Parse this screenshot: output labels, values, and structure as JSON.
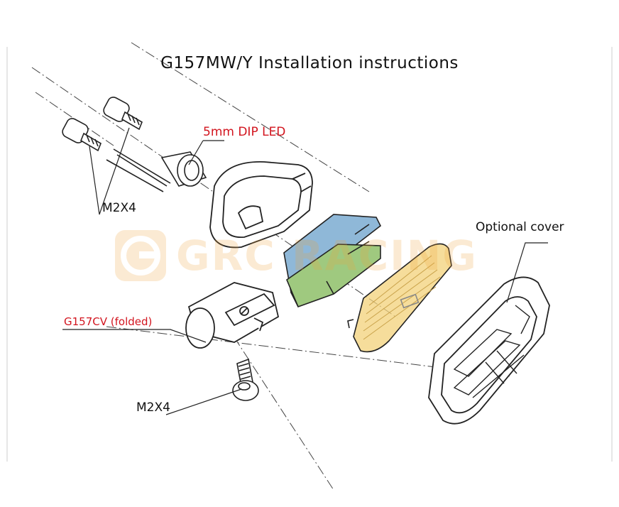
{
  "title": "G157MW/Y Installation instructions",
  "labels": {
    "led": "5mm DIP LED",
    "screws_top": "M2X4",
    "screw_bottom": "M2X4",
    "folded_part": "G157CV (folded)",
    "cover": "Optional cover"
  },
  "watermark": {
    "text": "GRC RACING"
  },
  "colors": {
    "label_red": "#d2141e",
    "line": "#222222",
    "lens_yellow": "#f3d27a",
    "bracket_blue": "#8fb8d8",
    "bracket_green": "#9fc97f",
    "watermark": "#f0a33a"
  }
}
